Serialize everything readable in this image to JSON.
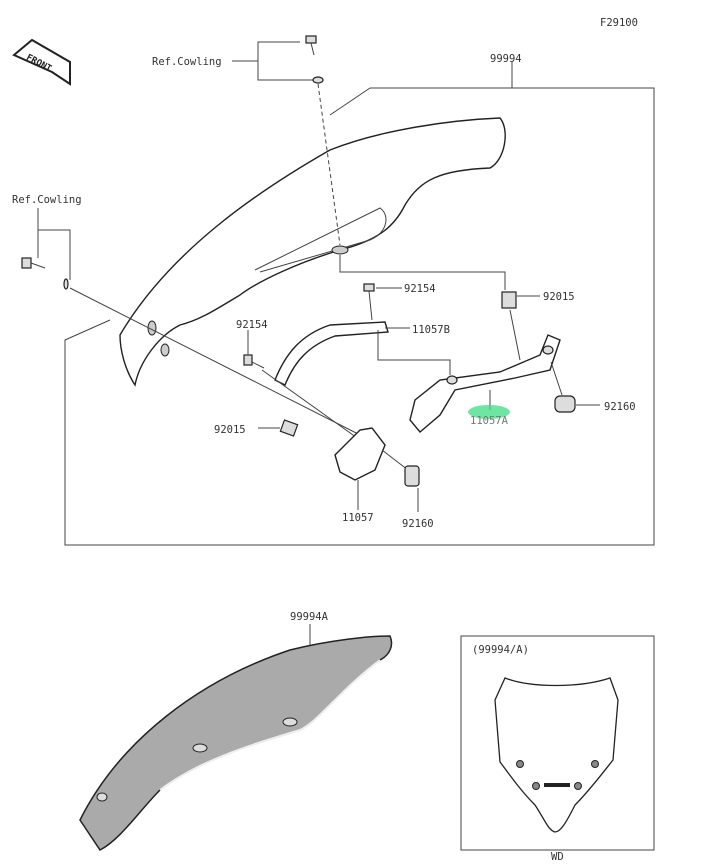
{
  "diagram_code": "F29100",
  "front_badge": "FRONT",
  "labels": {
    "ref_cowling_top": "Ref.Cowling",
    "ref_cowling_left": "Ref.Cowling",
    "windshield_kit": "99994",
    "screw_right": "92154",
    "collar_right": "92015",
    "bracket_b": "11057B",
    "screw_left": "92154",
    "grommet_right": "92160",
    "bracket_a": "11057A",
    "collar_left": "92015",
    "bracket": "11057",
    "grommet_left": "92160",
    "windshield_a": "99994A"
  },
  "inset": {
    "title": "(99994/A)",
    "caption": "WD"
  },
  "highlight_color": "#3ddc84"
}
